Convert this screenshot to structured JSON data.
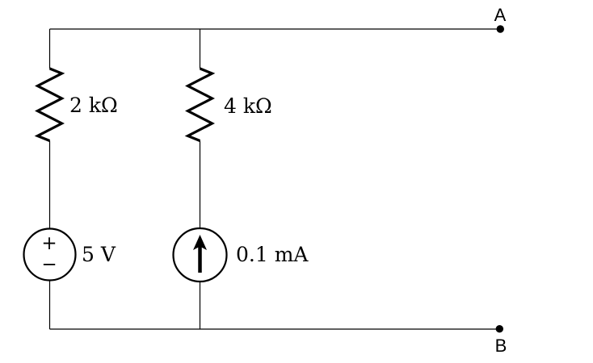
{
  "page": {
    "background_color": "#ffffff"
  },
  "circuit": {
    "stroke_color": "#000000",
    "terminals": {
      "top": {
        "label": "A"
      },
      "bottom": {
        "label": "B"
      }
    },
    "branches": {
      "left": {
        "resistor": {
          "type": "resistor",
          "value": "2 kΩ"
        },
        "source": {
          "type": "independent-voltage-source",
          "value": "5 V",
          "polarity_top": "+",
          "polarity_bottom": "−"
        }
      },
      "middle": {
        "resistor": {
          "type": "resistor",
          "value": "4 kΩ"
        },
        "source": {
          "type": "independent-current-source",
          "value": "0.1 mA",
          "arrow_direction": "up"
        }
      }
    }
  }
}
